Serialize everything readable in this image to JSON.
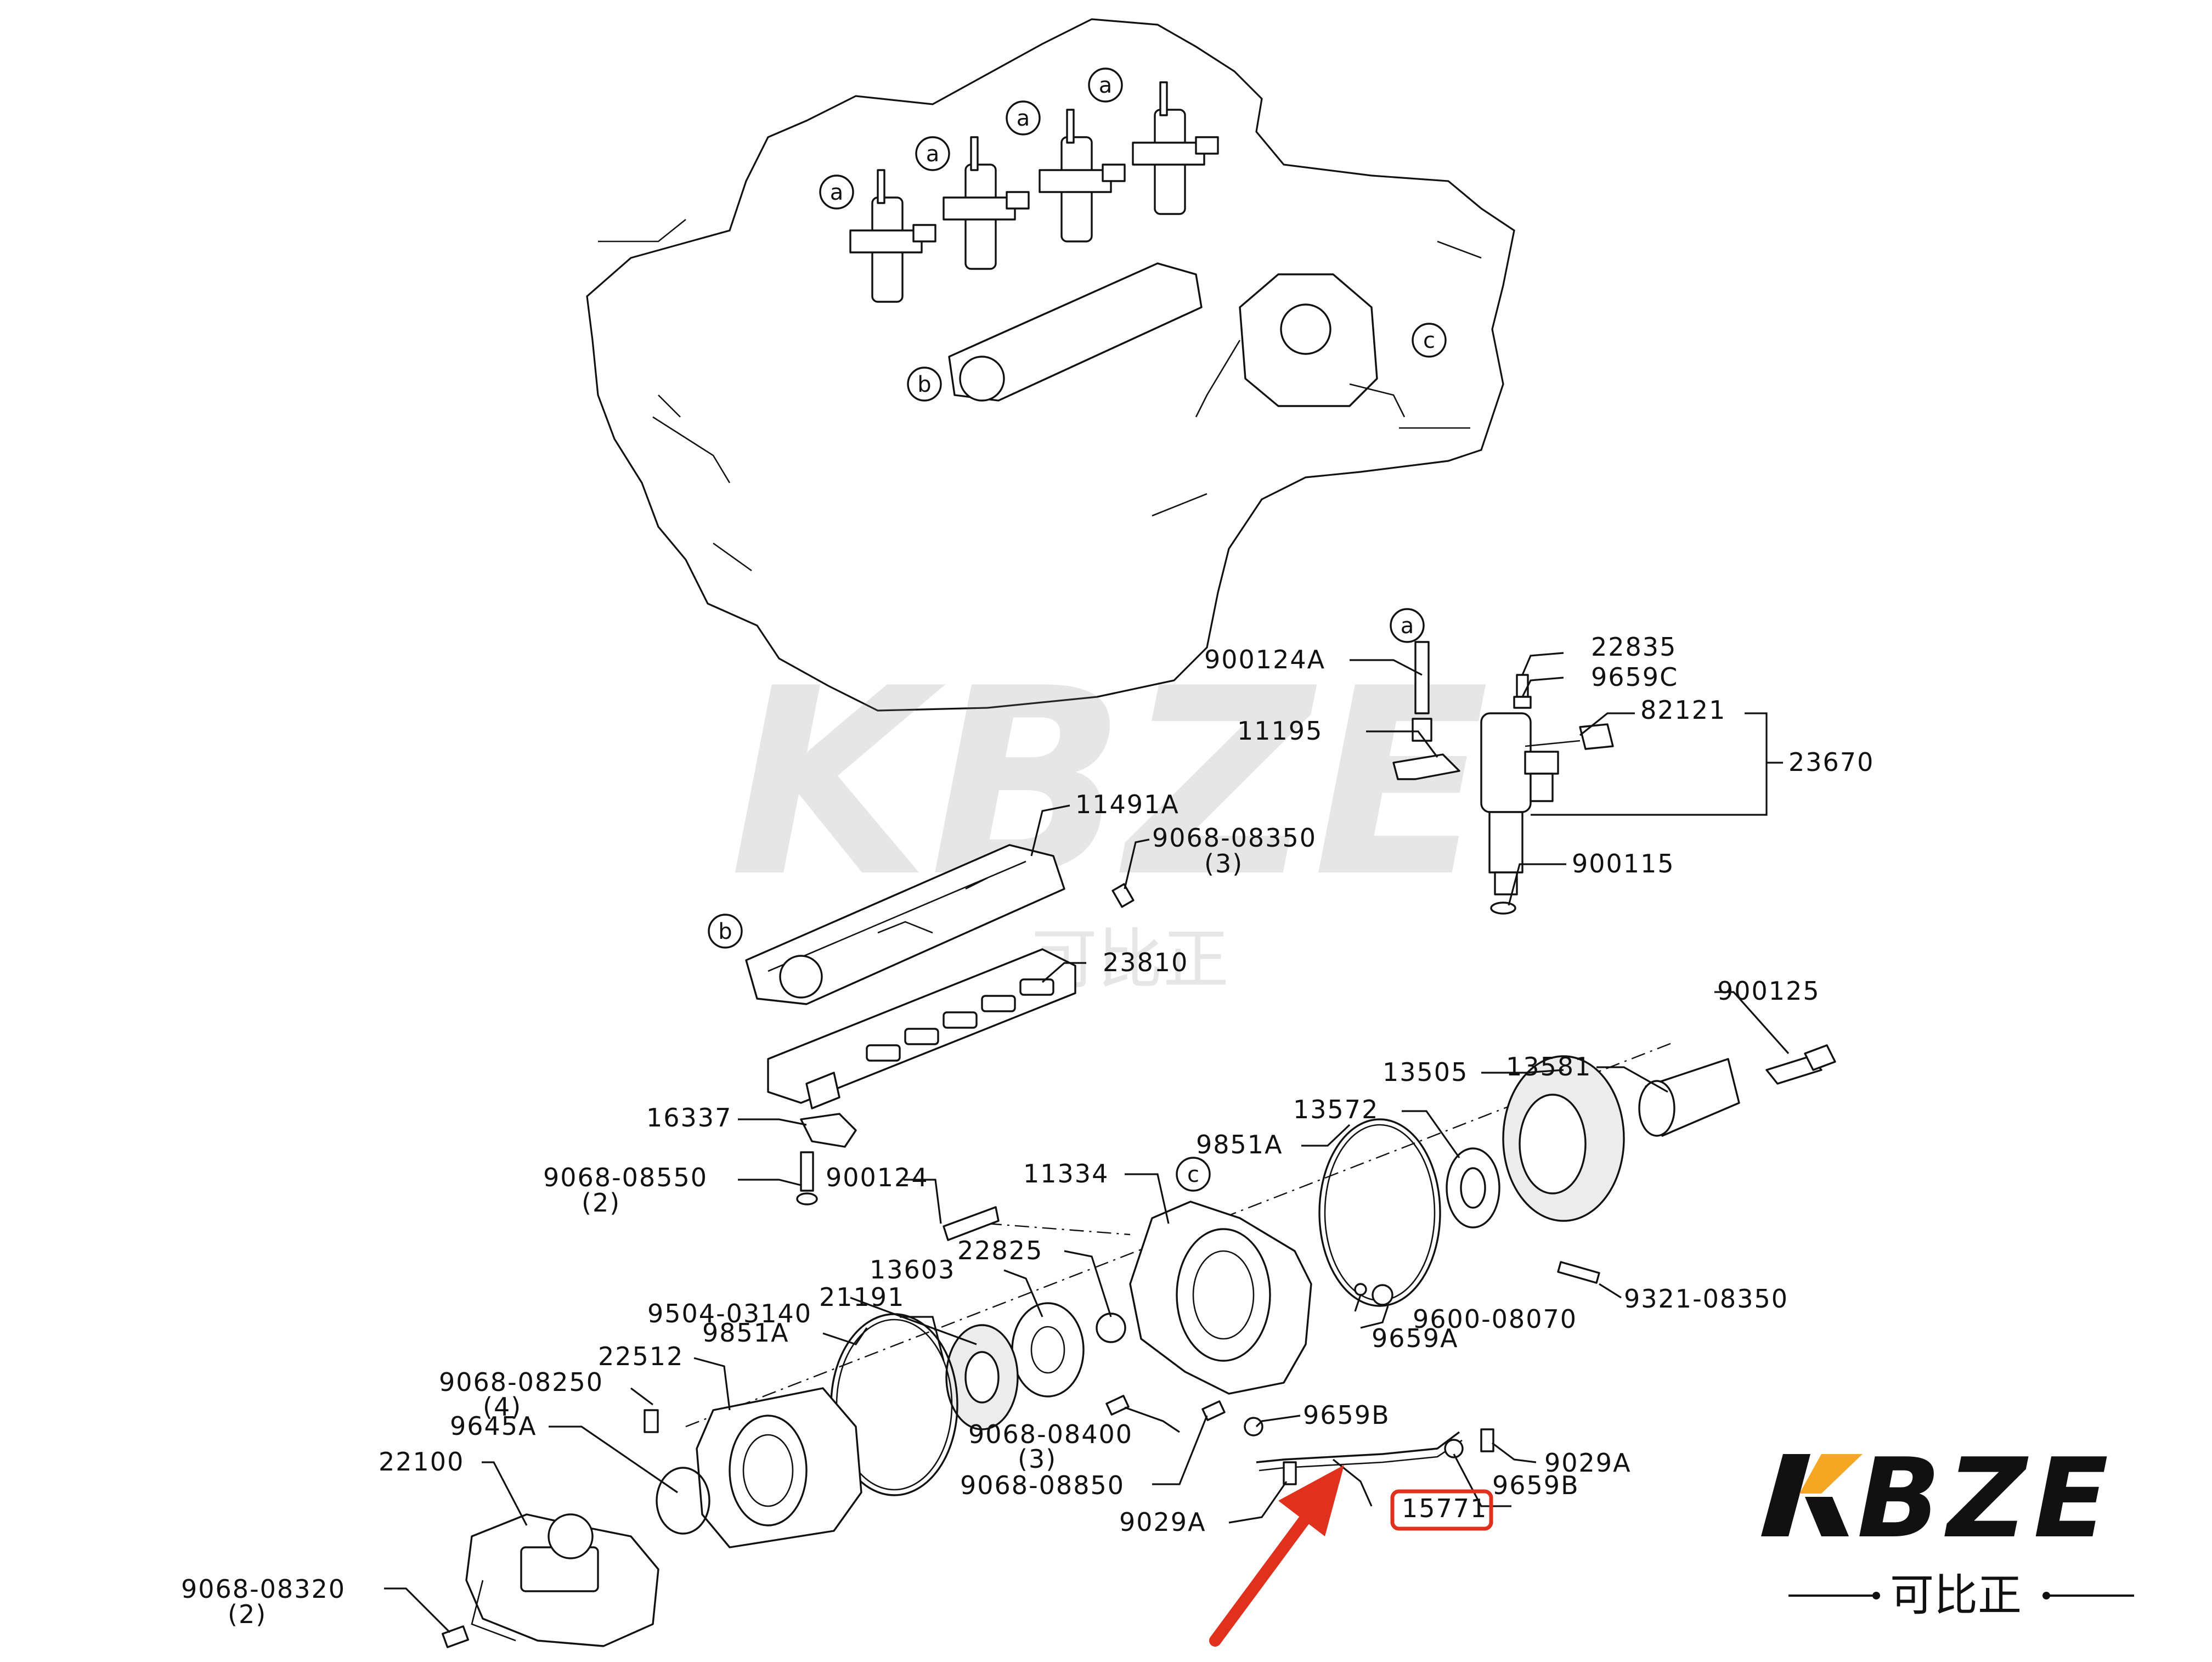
{
  "callouts": {
    "a": "a",
    "b": "b",
    "c": "c"
  },
  "labels": {
    "p900124A": "900124A",
    "p22835": "22835",
    "p9659C": "9659C",
    "p82121": "82121",
    "p11195": "11195",
    "p23670": "23670",
    "p900115": "900115",
    "p11491A": "11491A",
    "p9068_08350": "9068-08350",
    "p9068_08350_qty": "(3)",
    "p23810": "23810",
    "p900125": "900125",
    "p13581": "13581",
    "p13505": "13505",
    "p13572": "13572",
    "p9851A_top": "9851A",
    "p16337": "16337",
    "p9068_08550": "9068-08550",
    "p9068_08550_qty": "(2)",
    "p900124": "900124",
    "p11334": "11334",
    "p22825": "22825",
    "p13603": "13603",
    "p9504_03140": "9504-03140",
    "p21191": "21191",
    "p9851A_bottom": "9851A",
    "p22512": "22512",
    "p9600_08070": "9600-08070",
    "p9659A": "9659A",
    "p9321_08350": "9321-08350",
    "p9068_08250": "9068-08250",
    "p9068_08250_qty": "(4)",
    "p9645A": "9645A",
    "p9068_08400": "9068-08400",
    "p9068_08400_qty": "(3)",
    "p9659B_upper": "9659B",
    "p9029A_right": "9029A",
    "p22100": "22100",
    "p9068_08850": "9068-08850",
    "p15771": "15771",
    "p9659B_lower": "9659B",
    "p9029A_lower": "9029A",
    "p9068_08320": "9068-08320",
    "p9068_08320_qty": "(2)"
  },
  "highlight": {
    "part": "15771",
    "box_color": "#e0301e",
    "arrow_color": "#e0301e"
  },
  "watermark": {
    "brand": "KBZE",
    "brand_k": "K",
    "brand_bze": "BZE",
    "chinese": "可比正",
    "accent_color": "#f5a623",
    "ink_color": "#111111"
  }
}
